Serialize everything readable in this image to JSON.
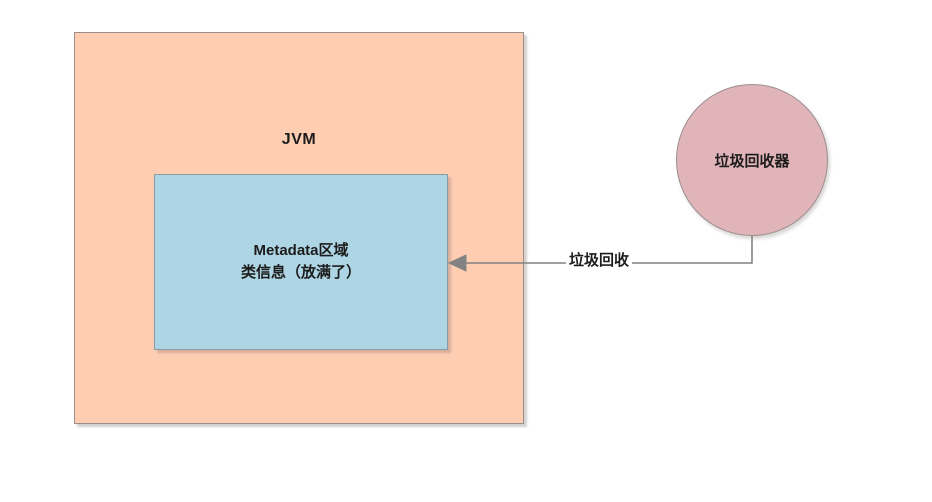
{
  "diagram": {
    "title_hint": "JVM Metadata garbage collection diagram",
    "background_color": "#ffffff",
    "nodes": {
      "jvm": {
        "label": "JVM",
        "fill_color": "#ffcdb2",
        "stroke_color": "#9b8f8c",
        "shape": "rectangle"
      },
      "metadata": {
        "line1": "Metadata区域",
        "line2": "类信息（放满了）",
        "fill_color": "#aed5e3",
        "stroke_color": "#8c9ba3",
        "shape": "rectangle"
      },
      "collector": {
        "label": "垃圾回收器",
        "fill_color": "#e0b4b8",
        "stroke_color": "#9b8f8c",
        "shape": "circle"
      }
    },
    "edges": [
      {
        "label": "垃圾回收",
        "from": "collector",
        "to": "metadata",
        "stroke_color": "#808080",
        "arrowhead": "left-filled-triangle"
      }
    ]
  }
}
